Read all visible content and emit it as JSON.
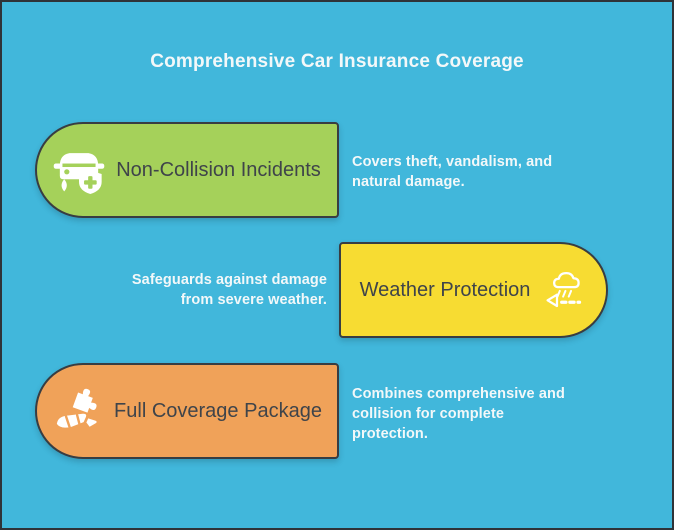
{
  "colors": {
    "background": "#41b7db",
    "frame_border": "#2f3338",
    "pill_border": "#383d42",
    "label_text": "#3f444a",
    "light_text": "#f3f8f9"
  },
  "title": "Comprehensive Car Insurance Coverage",
  "rows": [
    {
      "label": "Non-Collision Incidents",
      "description": "Covers theft, vandalism, and natural damage.",
      "pill_color": "#a5d15a",
      "icon": "car-shield-icon",
      "pill_side": "left"
    },
    {
      "label": "Weather Protection",
      "description": "Safeguards against damage from severe weather.",
      "pill_color": "#f7dc32",
      "icon": "storm-rain-wind-icon",
      "pill_side": "right"
    },
    {
      "label": "Full Coverage Package",
      "description": "Combines comprehensive and collision for complete protection.",
      "pill_color": "#f0a259",
      "icon": "hand-puzzle-icon",
      "pill_side": "left"
    }
  ]
}
